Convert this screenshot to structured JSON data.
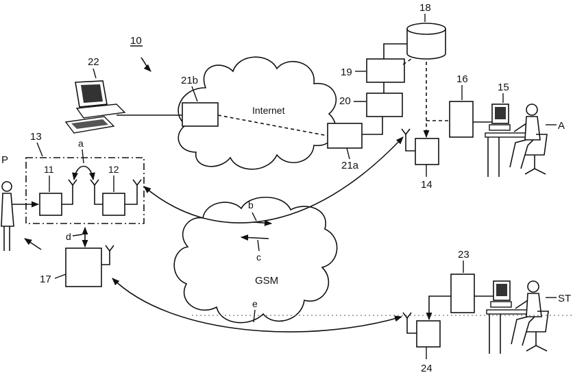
{
  "labels": {
    "system": "10",
    "db": "18",
    "server_19": "19",
    "server_20": "20",
    "gateway_21a": "21a",
    "gateway_21b": "21b",
    "pc": "22",
    "workstation_15": "15",
    "server_16": "16",
    "station_14": "14",
    "operator_a": "A",
    "group_13": "13",
    "device_11": "11",
    "device_12": "12",
    "device_17": "17",
    "server_23": "23",
    "station_24": "24",
    "operator_st": "ST",
    "person_p": "P",
    "link_a": "a",
    "link_b": "b",
    "link_c": "c",
    "link_d": "d",
    "link_e": "e"
  },
  "clouds": {
    "internet": "Internet",
    "gsm": "GSM"
  }
}
